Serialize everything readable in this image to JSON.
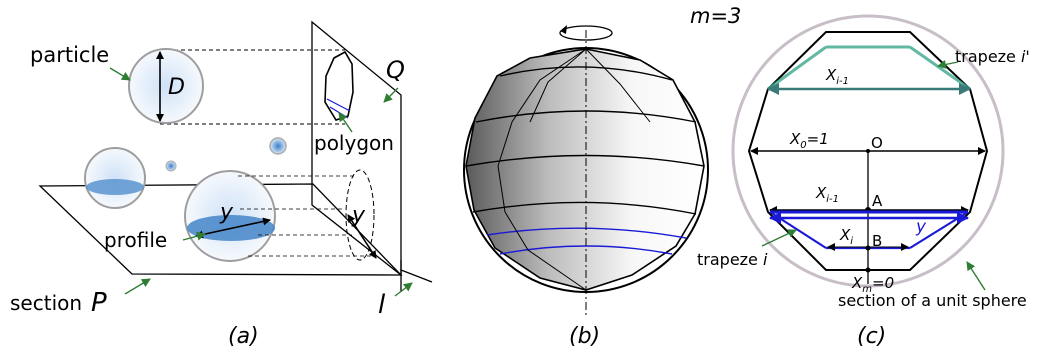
{
  "panel_a": {
    "caption": "(a)",
    "particle": "particle",
    "D": "D",
    "Q": "Q",
    "polygon": "polygon",
    "y_inner": "y",
    "y_outer": "y",
    "profile": "profile",
    "section_word": "section",
    "P": "P",
    "l": "l"
  },
  "panel_b": {
    "caption": "(b)"
  },
  "panel_c": {
    "caption": "(c)",
    "m_label": "m=3",
    "x_top": "X",
    "x_top_sub": "i-1",
    "trapeze_ip_word": "trapeze ",
    "trapeze_ip_sym": "i'",
    "x0": "X",
    "x0_sub": "0",
    "x0_rest": "=1",
    "O": "O",
    "x_mid": "X",
    "x_mid_sub": "i-1",
    "A": "A",
    "y": "y",
    "trapeze_i_word": "trapeze ",
    "trapeze_i_sym": "i",
    "xi": "X",
    "xi_sub": "i",
    "B": "B",
    "xm": "X",
    "xm_sub": "m",
    "xm_rest": "=0",
    "unit_sphere": "section of a unit sphere"
  },
  "colors": {
    "green_arrow": "#2e7d32",
    "teal": "#3aa88e",
    "blue": "#1a1ad6",
    "particle_blue": "#7fb0e0"
  }
}
